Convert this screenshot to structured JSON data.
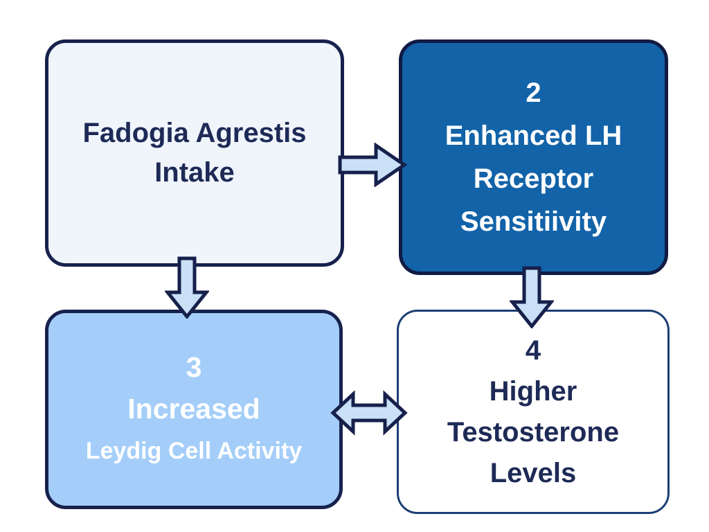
{
  "diagram": {
    "description": "Four-step flowchart",
    "colors": {
      "box1_fill": "#f0f5fc",
      "box2_fill": "#1263a8",
      "box3_fill": "#a4cef9",
      "box4_fill": "#ffffff",
      "border_navy": "#17214d",
      "text_navy": "#1e2a56",
      "text_white": "#ffffff",
      "arrow_fill": "#c9e0f7"
    },
    "boxes": [
      {
        "number": "",
        "lines": [
          "Fadogia Agrestis",
          "Intake"
        ]
      },
      {
        "number": "2",
        "lines": [
          "Enhanced LH",
          "Receptor",
          "Sensitiivity"
        ]
      },
      {
        "number": "3",
        "lines": [
          "Increased",
          "Leydig Cell Activity"
        ]
      },
      {
        "number": "4",
        "lines": [
          "Higher",
          "Testosterone",
          "Levels"
        ]
      }
    ],
    "arrows": [
      {
        "name": "right-block-arrow",
        "from": "box-1",
        "to": "box-2"
      },
      {
        "name": "down-block-arrow",
        "from": "box-1",
        "to": "box-3"
      },
      {
        "name": "down-block-arrow",
        "from": "box-2",
        "to": "box-4"
      },
      {
        "name": "double-headed-horizontal-arrow",
        "from": "box-3",
        "to": "box-4"
      }
    ]
  }
}
